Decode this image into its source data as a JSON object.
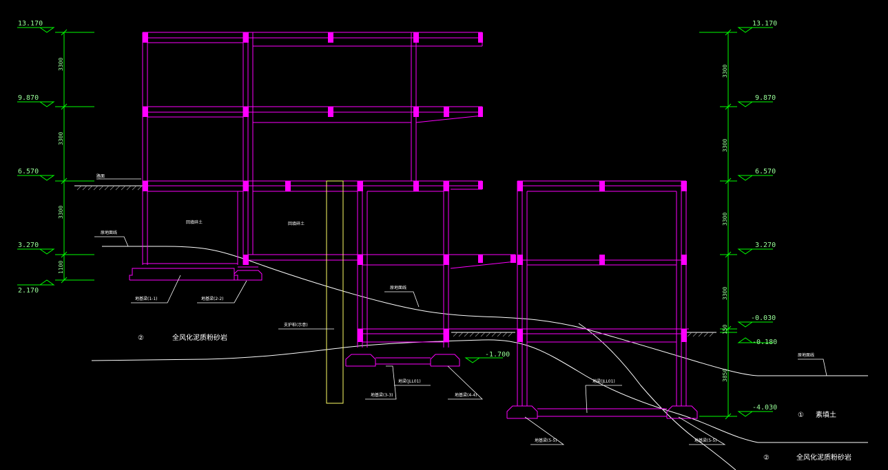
{
  "colors": {
    "background": "#000000",
    "structure": "#ff00ff",
    "dimension": "#00ff00",
    "ground": "#ffffff",
    "pile": "#ffff66"
  },
  "levels": {
    "l1": "13.170",
    "l2": "9.870",
    "l3": "6.570",
    "l4": "3.270",
    "l5": "2.170",
    "r1": "13.170",
    "r2": "9.870",
    "r3": "6.570",
    "r4": "3.270",
    "r5": "-0.030",
    "r6": "-0.180",
    "r7": "-4.030",
    "m1": "-1.700"
  },
  "dims": {
    "l1": "3300",
    "l2": "3300",
    "l3": "3300",
    "l4": "1100",
    "r1": "3300",
    "r2": "3300",
    "r3": "3300",
    "r4": "3300",
    "r5": "150",
    "r6": "3850"
  },
  "labels": {
    "slope_top": "路面",
    "backfill_1": "回填碎土",
    "backfill_2": "回填碎土",
    "orig_ground_1": "原地面线",
    "orig_ground_2": "原地面线",
    "orig_ground_3": "原地面线",
    "found_1": "地基梁(1-1)",
    "found_2": "地基梁(2-2)",
    "found_3": "地基梁(3-3)",
    "found_4": "地基梁(4-4)",
    "found_5a": "地基梁(5-5)",
    "found_5b": "地基梁(5-5)",
    "tie_1": "地梁(JLL01)",
    "tie_2": "地梁(JLL01)",
    "pile": "支护桩(示意)"
  },
  "strata": {
    "s1_num": "②",
    "s1_text": "全风化泥质粉砂岩",
    "s2_num": "①",
    "s2_text": "素填土",
    "s3_num": "②",
    "s3_text": "全风化泥质粉砂岩"
  }
}
